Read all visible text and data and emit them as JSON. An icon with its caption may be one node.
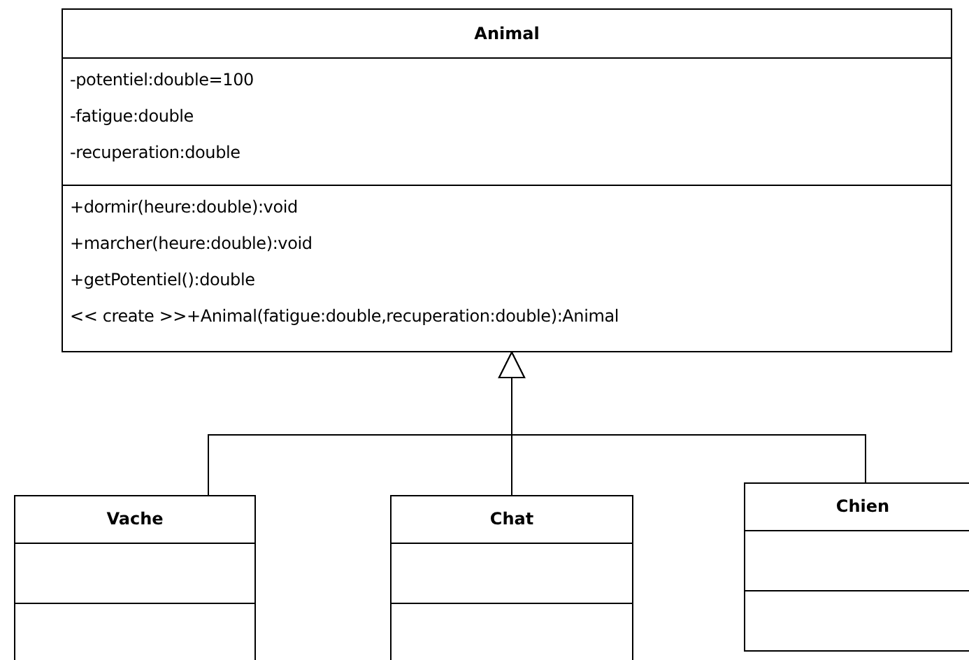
{
  "diagram": {
    "nodes": [
      {
        "text": [
          "Animal",
          "-potentiel:double=100",
          "-fatigue:double",
          "-recuperation:double",
          "+dormir(heure:double):void",
          "+marcher(heure:double):void",
          "+getPotentiel():double",
          "<< create >>+Animal(fatigue:double,recuperation:double):Animal"
        ]
      },
      {
        "text": [
          "Vache"
        ]
      },
      {
        "text": [
          "Chat"
        ]
      },
      {
        "text": [
          "Chien"
        ]
      }
    ],
    "edges": [
      {
        "from": 1,
        "to": 0,
        "arrow": "to"
      },
      {
        "from": 2,
        "to": 0,
        "arrow": "to"
      },
      {
        "from": 3,
        "to": 0,
        "arrow": "to"
      }
    ]
  }
}
